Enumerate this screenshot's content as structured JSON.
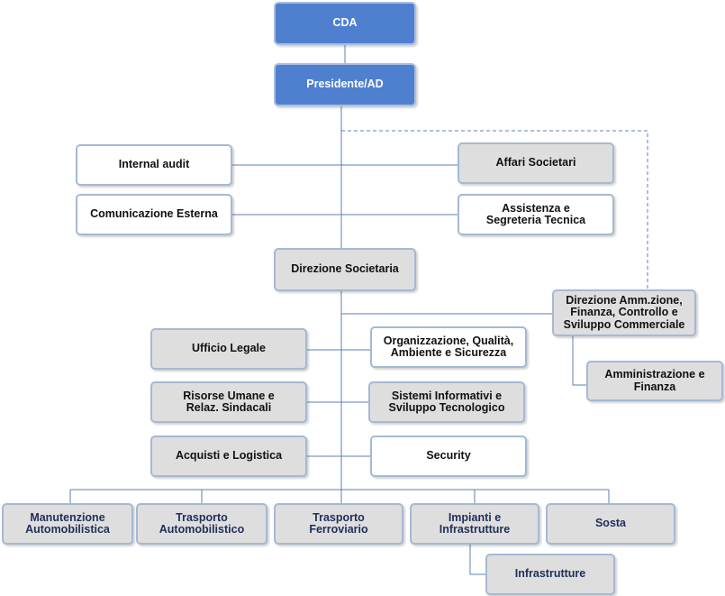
{
  "colors": {
    "primary_fill": "#4f7fcf",
    "gray_fill": "#dedede",
    "white_fill": "#ffffff",
    "border": "#a4b9d4",
    "connector": "#5b82b5"
  },
  "org": {
    "cda": "CDA",
    "presidente": "Presidente/AD",
    "internal_audit": "Internal audit",
    "comunicazione": "Comunicazione Esterna",
    "affari_societari": "Affari Societari",
    "assistenza": "Assistenza e\nSegreteria Tecnica",
    "direzione_societaria": "Direzione Societaria",
    "direzione_amm": "Direzione Amm.zione,\nFinanza, Controllo e\nSviluppo Commerciale",
    "amministrazione": "Amministrazione e\nFinanza",
    "ufficio_legale": "Ufficio Legale",
    "organizzazione": "Organizzazione, Qualità,\nAmbiente e Sicurezza",
    "risorse_umane": "Risorse Umane e\nRelaz. Sindacali",
    "sistemi_informativi": "Sistemi Informativi e\nSviluppo Tecnologico",
    "acquisti": "Acquisti e Logistica",
    "security": "Security",
    "manutenzione": "Manutenzione\nAutomobilistica",
    "trasporto_auto": "Trasporto\nAutomobilistico",
    "trasporto_ferro": "Trasporto\nFerroviario",
    "impianti": "Impianti e\nInfrastrutture",
    "sosta": "Sosta",
    "infrastrutture": "Infrastrutture"
  }
}
